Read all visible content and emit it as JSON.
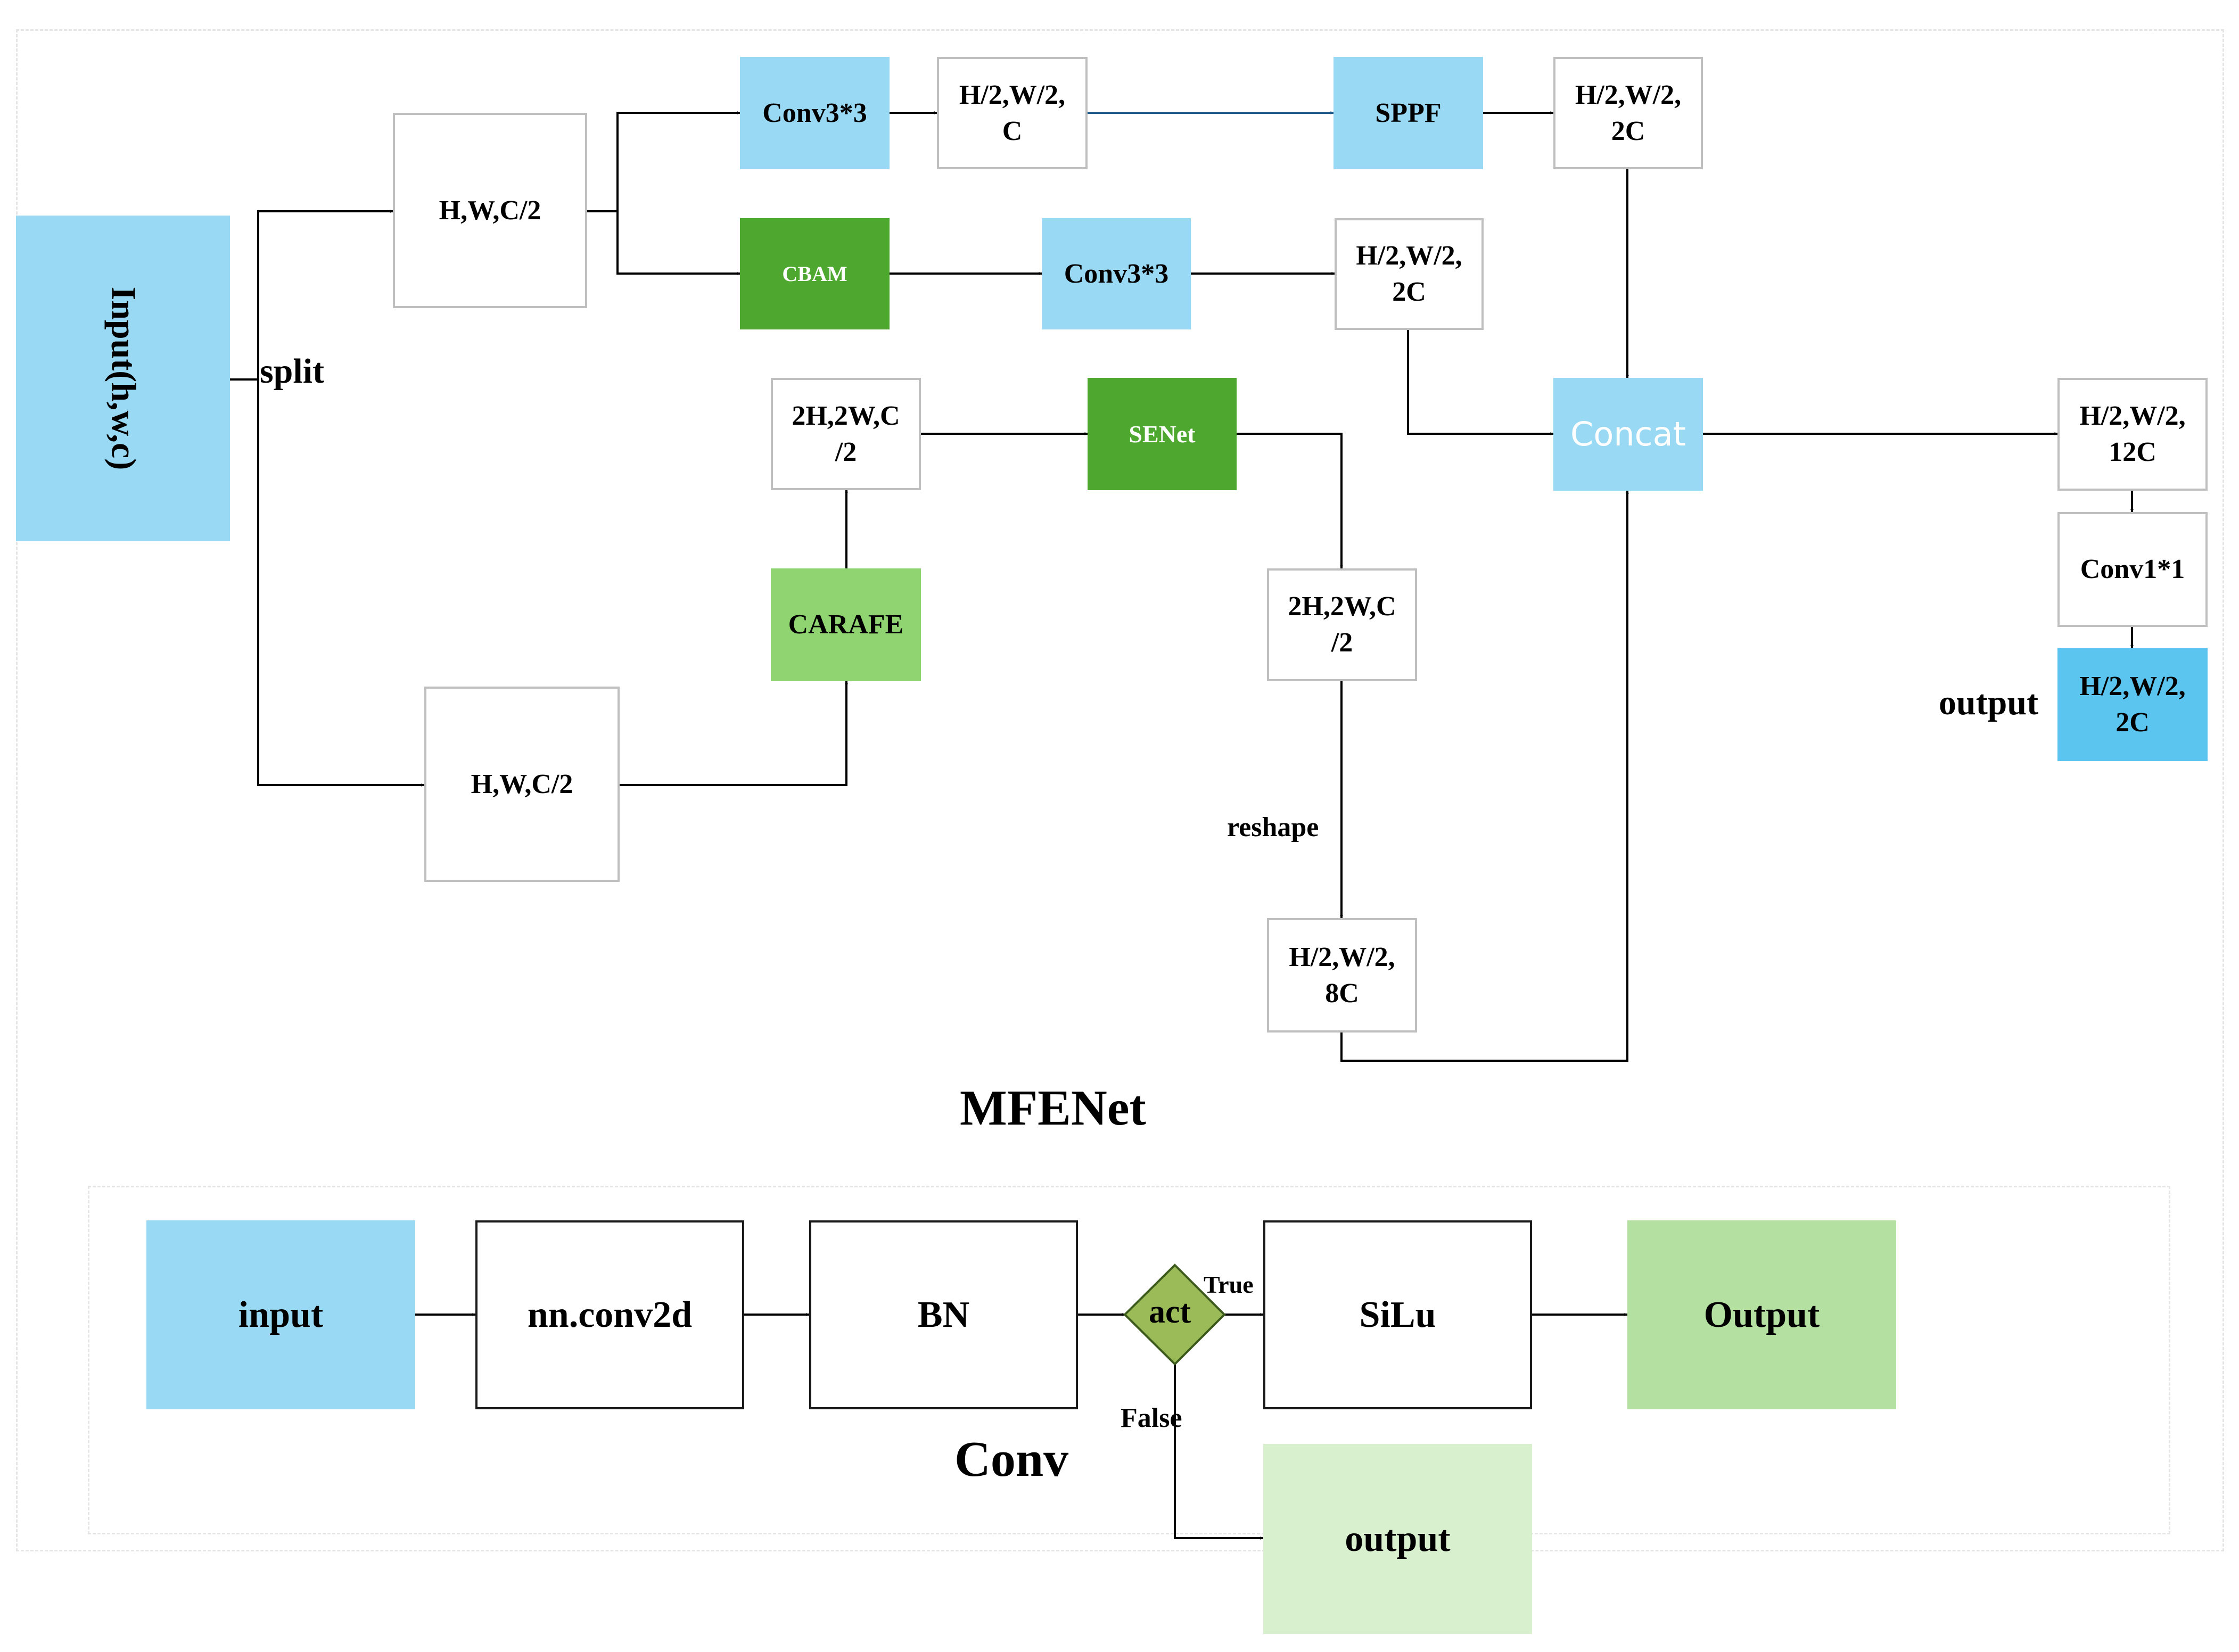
{
  "mfenet": {
    "title": "MFENet",
    "input_label": "Input(h,w,c)",
    "split_label": "split",
    "hwc2_top": "H,W,C/2",
    "conv33_top": "Conv3*3",
    "h2w2c_top": "H/2,W/2,\nC",
    "sppf": "SPPF",
    "h2w2_2c_top": "H/2,W/2,\n2C",
    "cbam": "CBAM",
    "conv33_mid": "Conv3*3",
    "h2w2_2c_mid": "H/2,W/2,\n2C",
    "two_h_top": "2H,2W,C\n/2",
    "senet": "SENet",
    "carafe": "CARAFE",
    "hwc2_bottom": "H,W,C/2",
    "two_h_right": "2H,2W,C\n/2",
    "reshape_label": "reshape",
    "h2w2_8c": "H/2,W/2,\n8C",
    "concat": "Concat",
    "h2w2_12c": "H/2,W/2,\n12C",
    "conv11": "Conv1*1",
    "output_label": "output",
    "h2w2_2c_out": "H/2,W/2,\n2C"
  },
  "conv": {
    "title": "Conv",
    "input": "input",
    "conv2d": "nn.conv2d",
    "bn": "BN",
    "act": "act",
    "true_label": "True",
    "false_label": "False",
    "silu": "SiLu",
    "output_true": "Output",
    "output_false": "output"
  },
  "colors": {
    "light_blue": "#99d9f4",
    "bright_blue": "#5bc5ef",
    "dark_green": "#4ea72e",
    "light_green": "#8fd470",
    "pale_green": "#b4e1a2",
    "paler_green": "#d9f0cf",
    "act_diamond": "#9bbb59",
    "arrow_blue": "#1f5a8a"
  }
}
